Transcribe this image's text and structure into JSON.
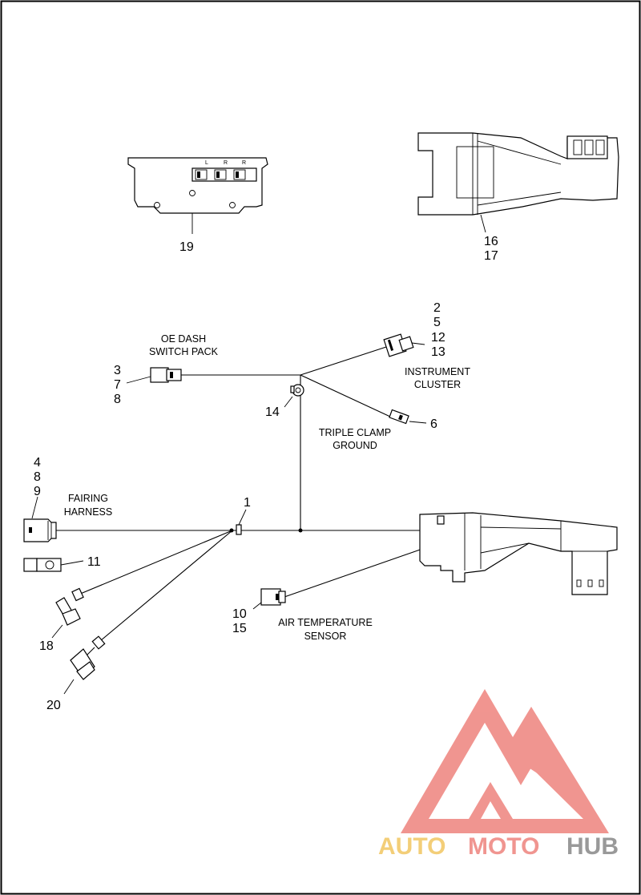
{
  "callouts": {
    "c1": "1",
    "c2": "2",
    "c5": "5",
    "c12": "12",
    "c13": "13",
    "c3": "3",
    "c7": "7",
    "c8a": "8",
    "c4": "4",
    "c8b": "8",
    "c9": "9",
    "c6": "6",
    "c10": "10",
    "c15": "15",
    "c11": "11",
    "c14": "14",
    "c16": "16",
    "c17": "17",
    "c18": "18",
    "c19": "19",
    "c20": "20"
  },
  "captions": {
    "oe_dash_1": "OE DASH",
    "oe_dash_2": "SWITCH PACK",
    "instrument_1": "INSTRUMENT",
    "instrument_2": "CLUSTER",
    "triple_1": "TRIPLE CLAMP",
    "triple_2": "GROUND",
    "fairing_1": "FAIRING",
    "fairing_2": "HARNESS",
    "air_1": "AIR TEMPERATURE",
    "air_2": "SENSOR"
  },
  "switch_pack_letters": [
    "L",
    "R",
    "R"
  ],
  "watermark": {
    "part1": "AUTO",
    "part2": "MOTO",
    "part3": "HUB",
    "color_red": "#ef8a84",
    "color_gold": "#f2c96a",
    "color_gray": "#8f8f8f"
  }
}
